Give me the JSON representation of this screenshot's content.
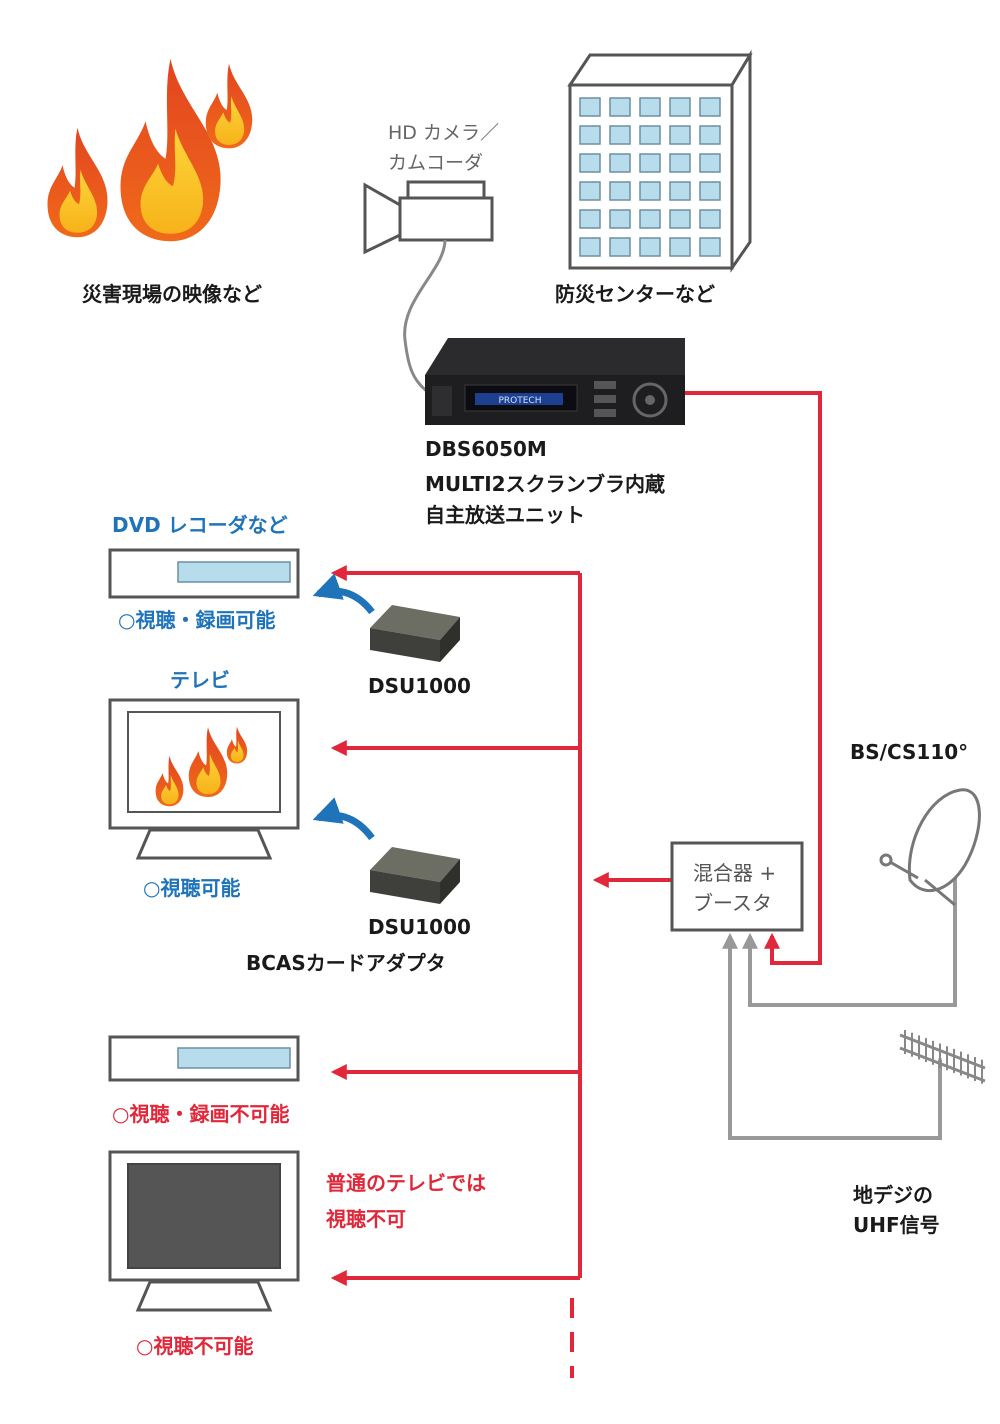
{
  "labels": {
    "disaster_scene": "災害現場の映像など",
    "camera": "HD カメラ／\nカムコーダ",
    "disaster_center": "防災センターなど",
    "unit_model": "DBS6050M",
    "unit_desc1": "MULTI2スクランブラ内蔵",
    "unit_desc2": "自主放送ユニット",
    "unit_brand": "PROTECH",
    "dvd_title": "DVD レコーダなど",
    "dvd_ok": "○視聴・録画可能",
    "tv_title": "テレビ",
    "tv_ok": "○視聴可能",
    "dsu_1": "DSU1000",
    "dsu_2": "DSU1000",
    "bcas_adapter": "BCASカードアダプタ",
    "dvd_ng": "○視聴・録画不可能",
    "normal_tv_note": "普通のテレビでは\n視聴不可",
    "tv_ng": "○視聴不可能",
    "mixer": "混合器 +\nブースタ",
    "bs_cs": "BS/CS110°",
    "terrestrial": "地デジの\nUHF信号"
  },
  "colors": {
    "signal_red": "#e1283a",
    "antenna_gray": "#999999",
    "label_blue": "#1f74b9",
    "label_dark": "#1a1a1a",
    "window_blue": "#b7dceb"
  },
  "icons": {
    "flames": "fire-icon",
    "camera": "video-camera-icon",
    "building": "office-building-icon",
    "unit": "broadcast-unit-device",
    "adapter": "card-adapter-device",
    "dish": "satellite-dish-icon",
    "antenna": "uhf-antenna-icon"
  }
}
